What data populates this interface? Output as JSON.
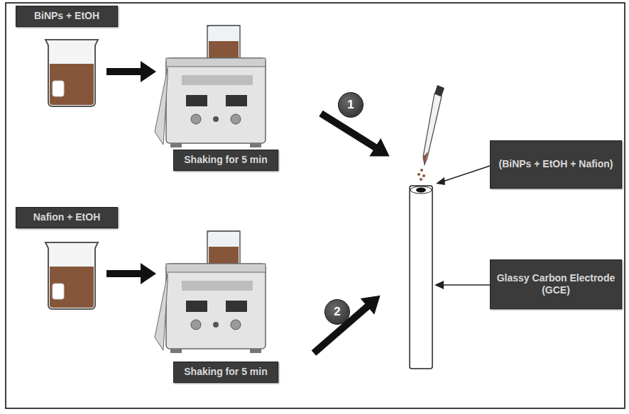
{
  "diagram": {
    "nodes": [
      {
        "text": [
          "BiNPs + EtOH"
        ]
      },
      {
        "text": [
          "Shaking for 5 min"
        ]
      },
      {
        "text": [
          "Nafion + EtOH"
        ]
      },
      {
        "text": [
          "Shaking for 5 min"
        ]
      },
      {
        "text": [
          "1"
        ]
      },
      {
        "text": [
          "2"
        ]
      },
      {
        "text": [
          "(BiNPs + EtOH + Nafion)"
        ]
      },
      {
        "text": [
          "Glassy Carbon Electrode (GCE)"
        ]
      }
    ]
  }
}
